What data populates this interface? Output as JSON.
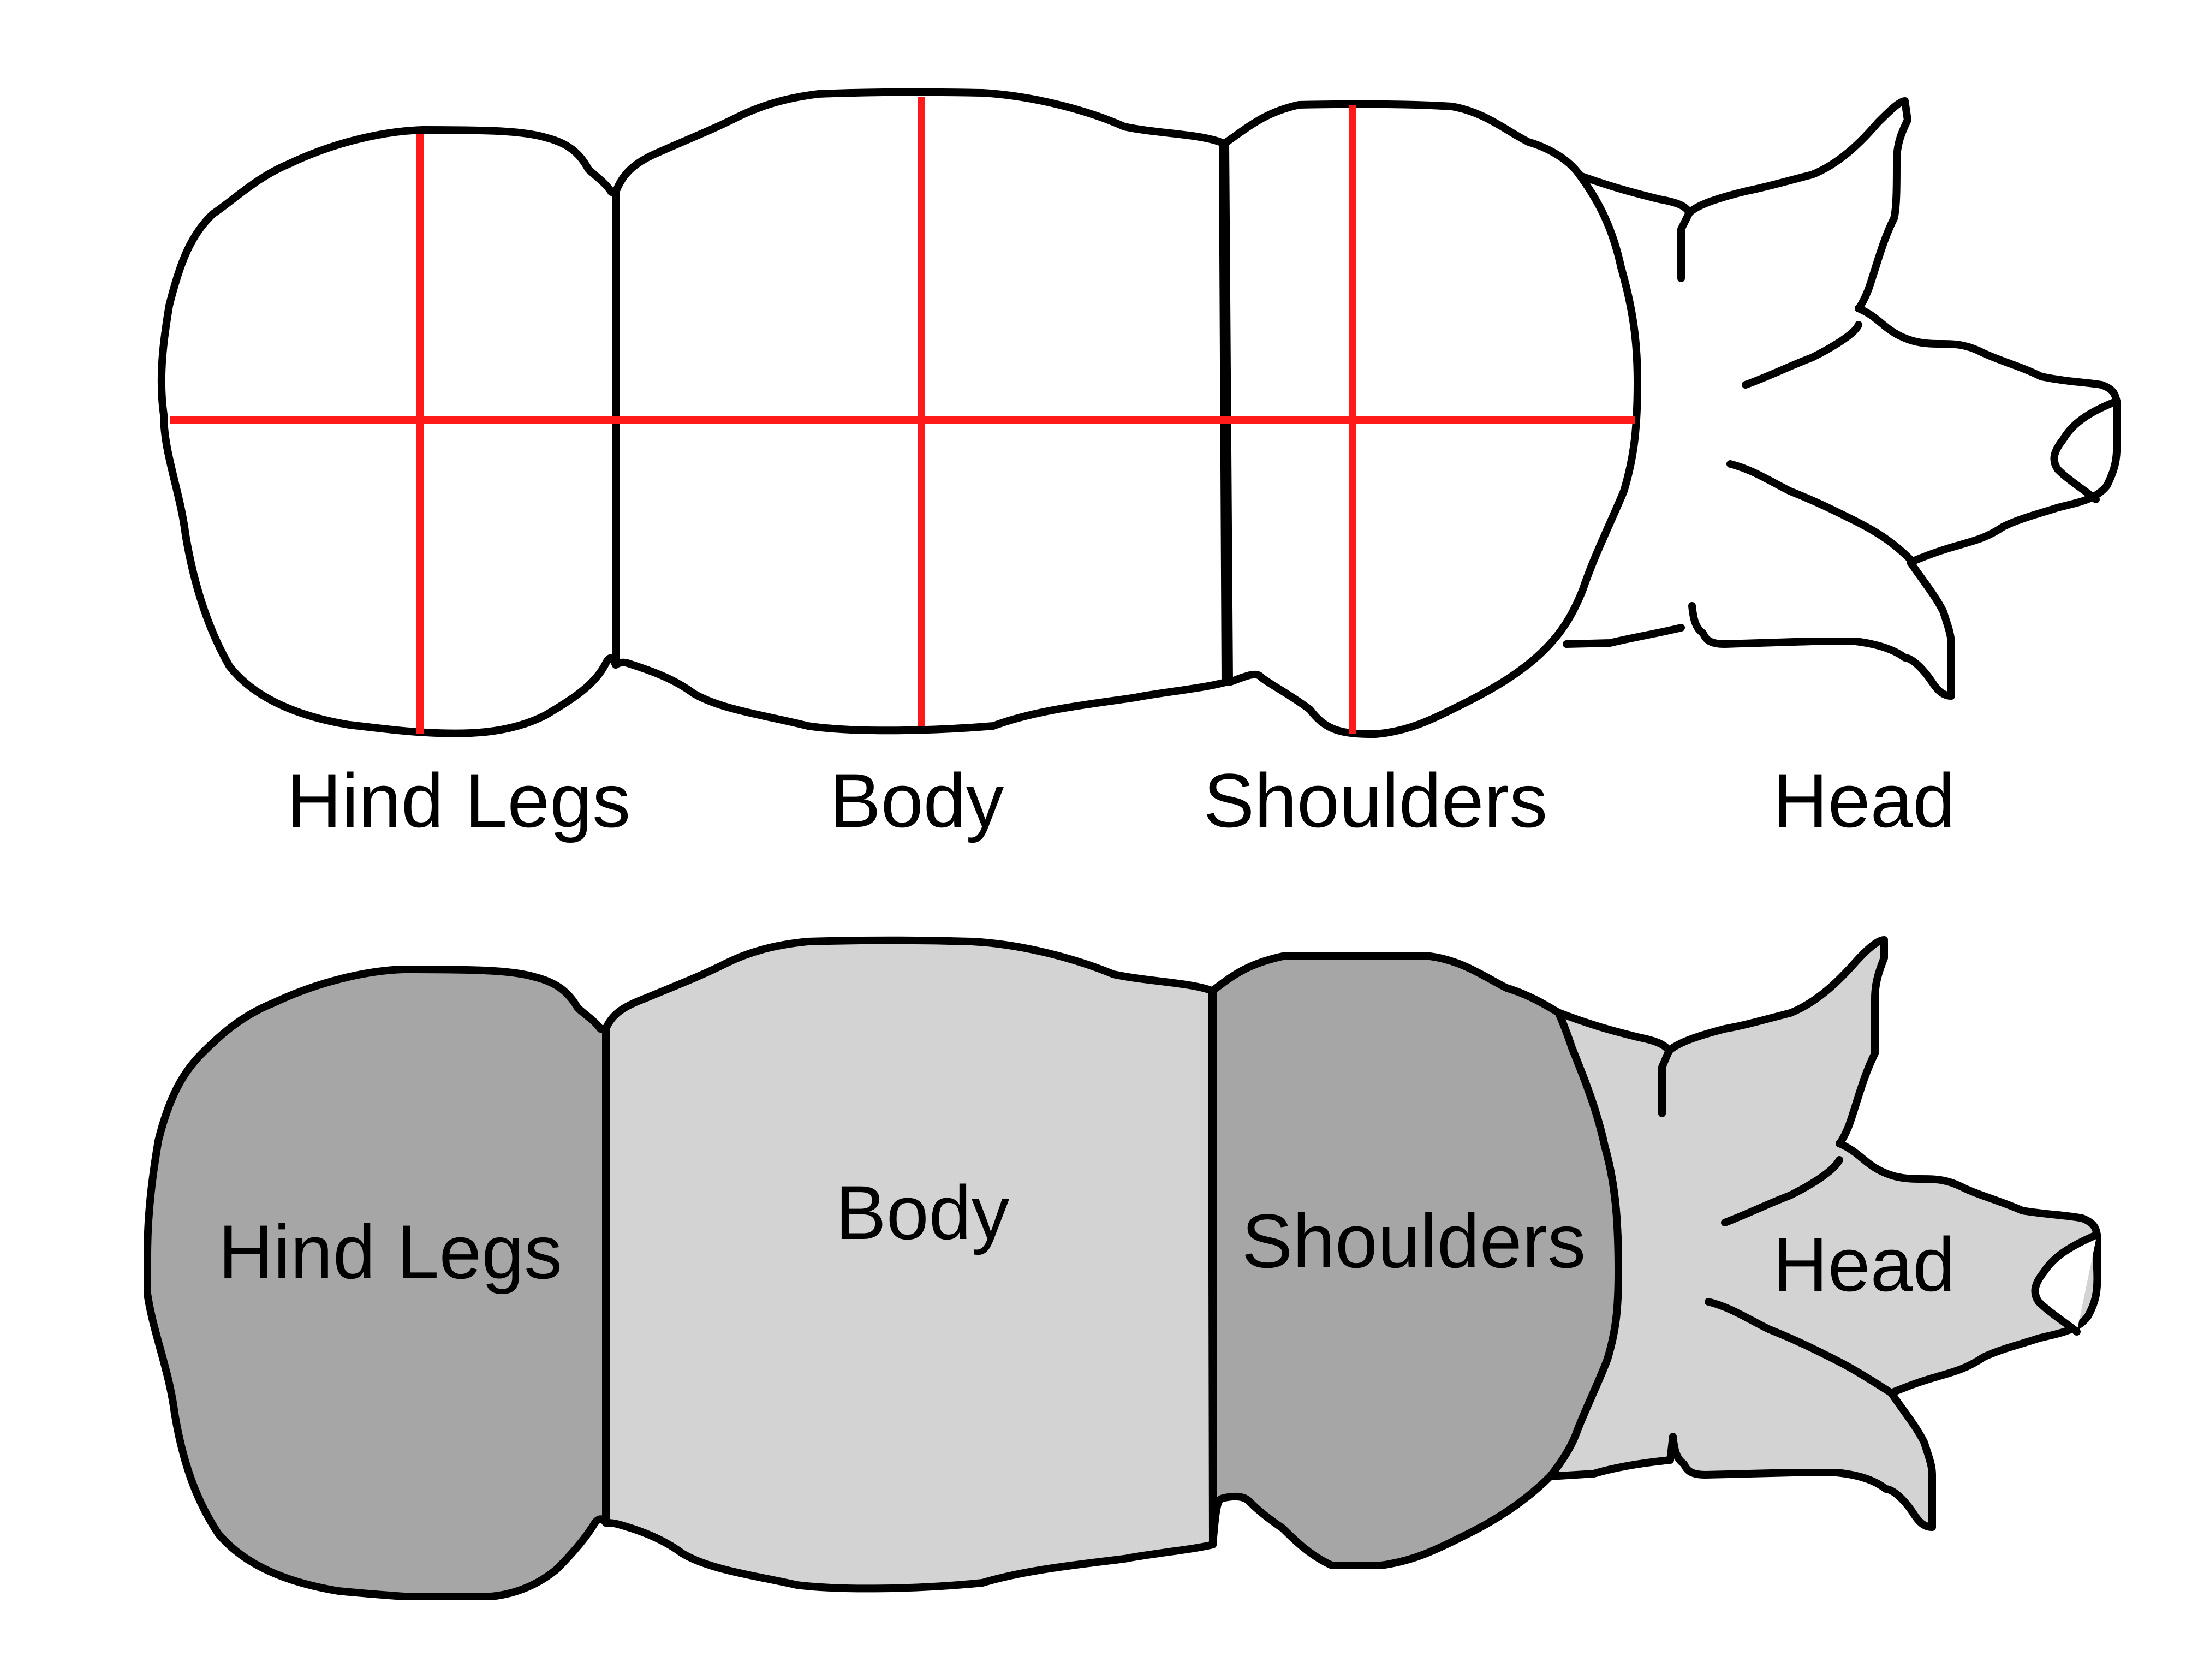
{
  "top_figure": {
    "labels": {
      "hind_legs": "Hind Legs",
      "body": "Body",
      "shoulders": "Shoulders",
      "head": "Head"
    }
  },
  "bottom_figure": {
    "labels": {
      "hind_legs": "Hind Legs",
      "body": "Body",
      "shoulders": "Shoulders",
      "head": "Head"
    }
  },
  "colors": {
    "outline": "#000000",
    "guide_lines": "#ff1a1a",
    "dark_region": "#a6a6a6",
    "light_region": "#d3d3d3",
    "background": "#ffffff"
  }
}
